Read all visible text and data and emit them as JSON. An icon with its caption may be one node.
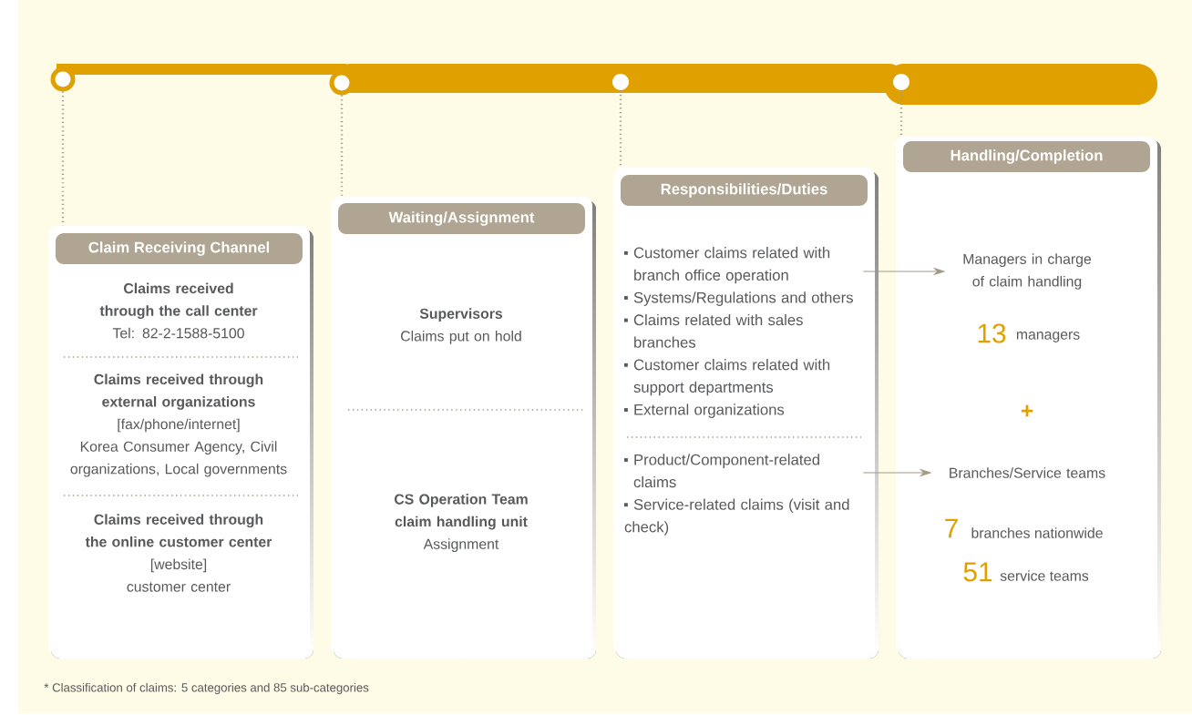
{
  "diagram": {
    "caption": "* Classification of claims: 5 categories and 85 sub-categories",
    "nodes": [
      {
        "text": [],
        "shape": "circle"
      },
      {
        "text": [],
        "shape": "circle"
      },
      {
        "text": [],
        "shape": "circle"
      },
      {
        "text": [],
        "shape": "circle"
      },
      {
        "text": [
          "Claim Receiving Channel"
        ]
      },
      {
        "text": [
          "Claims received through the call center",
          "Tel: 82-2-1588-5100"
        ],
        "in": 4
      },
      {
        "text": [
          "Claims received through external organizations",
          "[fax/phone/internet]",
          "Korea Consumer Agency, Civil organizations, Local governments"
        ],
        "in": 4
      },
      {
        "text": [
          "Claims received through the online customer center",
          "[website]",
          "customer center"
        ],
        "in": 4
      },
      {
        "text": [
          "Waiting/Assignment"
        ]
      },
      {
        "text": [
          "Supervisors",
          "Claims put on hold"
        ],
        "in": 8
      },
      {
        "text": [
          "CS Operation Team claim handling unit",
          "Assignment"
        ],
        "in": 8
      },
      {
        "text": [
          "Responsibilities/Duties"
        ]
      },
      {
        "text": [
          "Customer claims related with branch office operation",
          "Systems/Regulations and others",
          "Claims related with sales branches",
          "Customer claims related with support departments",
          "External organizations"
        ],
        "in": 11
      },
      {
        "text": [
          "Product/Component-related claims",
          "Service-related claims (visit and check)"
        ],
        "in": 11
      },
      {
        "text": [
          "Handling/Completion"
        ]
      },
      {
        "text": [
          "Managers in charge of claim handling"
        ],
        "in": 14
      },
      {
        "text": [
          "Branches/Service teams"
        ],
        "in": 14
      }
    ],
    "edges": [
      {
        "from": 0,
        "to": 4,
        "arrow": "none",
        "style": "dashed"
      },
      {
        "from": 1,
        "to": 8,
        "arrow": "none",
        "style": "dashed"
      },
      {
        "from": 2,
        "to": 11,
        "arrow": "none",
        "style": "dashed"
      },
      {
        "from": 3,
        "to": 14,
        "arrow": "none",
        "style": "dashed"
      },
      {
        "from": 12,
        "to": 15,
        "arrow": "to"
      },
      {
        "from": 13,
        "to": 16,
        "arrow": "to"
      }
    ],
    "labels": [
      "13",
      "managers",
      "+",
      "7",
      "branches nationwide",
      "51",
      "service teams"
    ]
  }
}
